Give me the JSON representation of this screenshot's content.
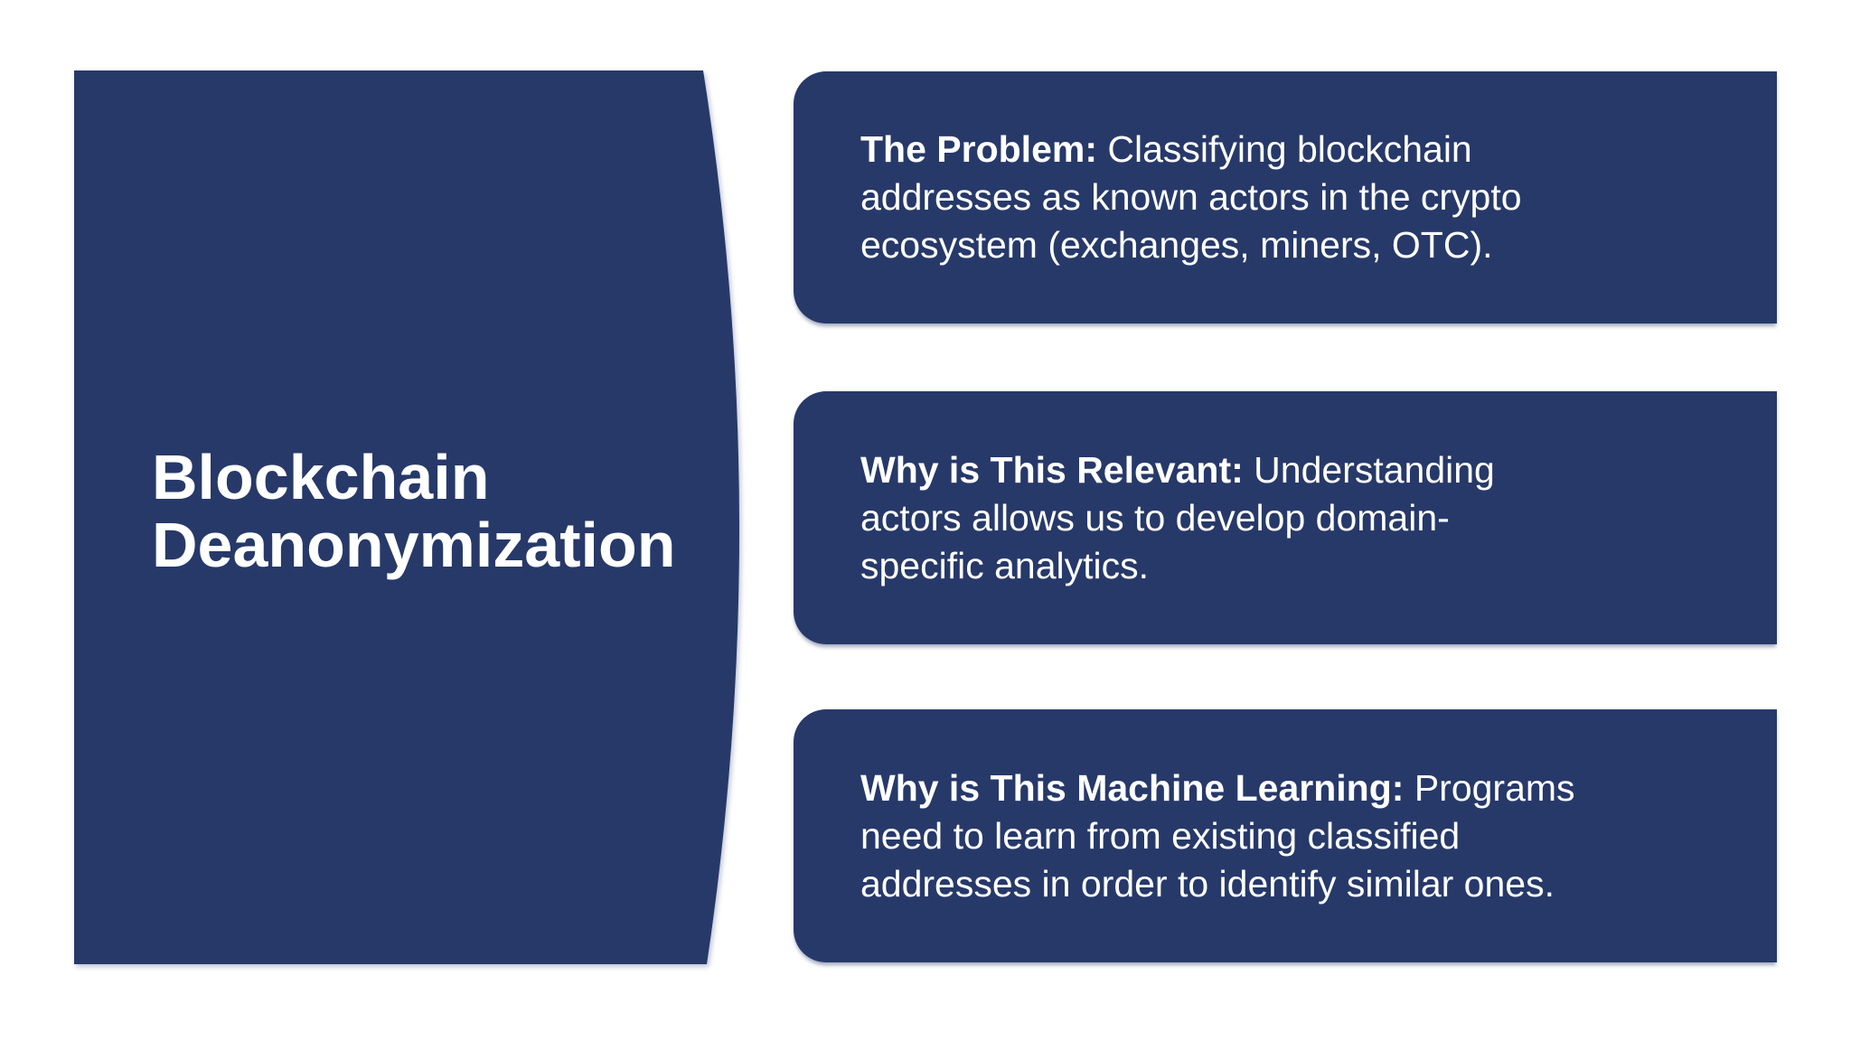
{
  "slide": {
    "background": "#ffffff",
    "accent_color": "#273969",
    "text_color": "#ffffff"
  },
  "panel": {
    "title_lines": [
      "Blockchain",
      "Deanonymization"
    ]
  },
  "cards": [
    {
      "lines": [
        {
          "bold": "The Problem:",
          "text": " Classifying blockchain"
        },
        {
          "bold": "",
          "text": "addresses as known actors in the crypto"
        },
        {
          "bold": "",
          "text": "ecosystem (exchanges, miners, OTC)."
        }
      ]
    },
    {
      "lines": [
        {
          "bold": "Why is This Relevant:",
          "text": " Understanding"
        },
        {
          "bold": "",
          "text": "actors allows us to develop domain-"
        },
        {
          "bold": "",
          "text": "specific analytics."
        }
      ]
    },
    {
      "lines": [
        {
          "bold": "Why is This Machine Learning:",
          "text": " Programs"
        },
        {
          "bold": "",
          "text": "need to learn from existing classified"
        },
        {
          "bold": "",
          "text": "addresses in order to identify similar ones."
        }
      ]
    }
  ]
}
